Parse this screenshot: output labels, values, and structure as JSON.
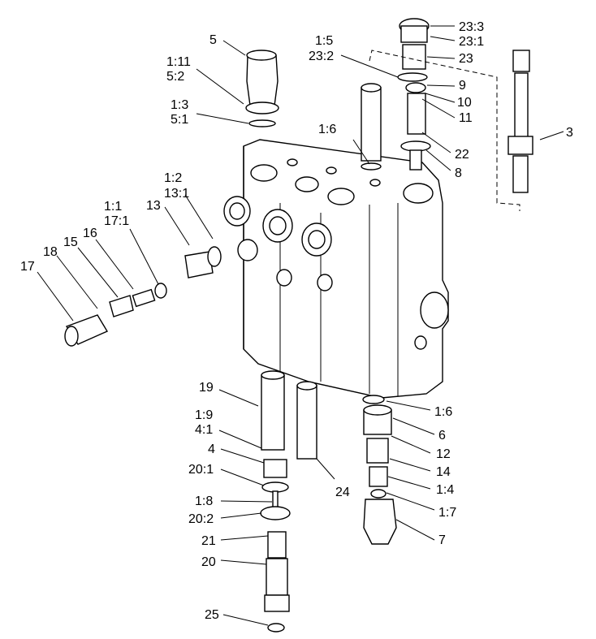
{
  "labels": {
    "l23_3": "23:3",
    "l23_1": "23:1",
    "l23": "23",
    "l5": "5",
    "l1_5": "1:5",
    "l23_2": "23:2",
    "l1_11": "1:11",
    "l5_2": "5:2",
    "l9": "9",
    "l10": "10",
    "l11": "11",
    "l1_3": "1:3",
    "l5_1": "5:1",
    "l3": "3",
    "l1_6a": "1:6",
    "l22": "22",
    "l8": "8",
    "l1_2": "1:2",
    "l13_1": "13:1",
    "l13": "13",
    "l1_1": "1:1",
    "l17_1": "17:1",
    "l16": "16",
    "l15": "15",
    "l18": "18",
    "l17": "17",
    "l19": "19",
    "l1_9": "1:9",
    "l4_1": "4:1",
    "l4": "4",
    "l20_1": "20:1",
    "l1_8": "1:8",
    "l20_2": "20:2",
    "l21": "21",
    "l20": "20",
    "l25": "25",
    "l1_6b": "1:6",
    "l6": "6",
    "l12": "12",
    "l14": "14",
    "l1_4": "1:4",
    "l1_7": "1:7",
    "l7": "7",
    "l24": "24"
  }
}
